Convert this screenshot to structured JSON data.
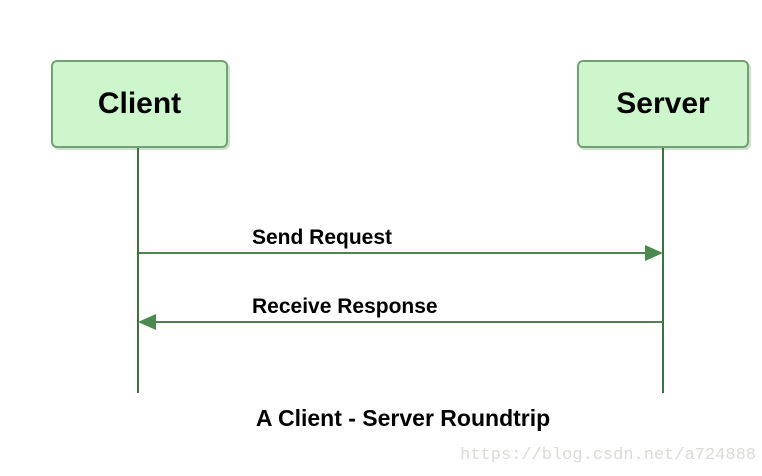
{
  "diagram": {
    "caption": "A Client - Server Roundtrip",
    "actors": [
      {
        "name": "Client"
      },
      {
        "name": "Server"
      }
    ],
    "messages": [
      {
        "label": "Send Request",
        "from": "Client",
        "to": "Server",
        "direction": "right"
      },
      {
        "label": "Receive Response",
        "from": "Server",
        "to": "Client",
        "direction": "left"
      }
    ],
    "colors": {
      "actor_fill": "#cdf6cd",
      "actor_border": "#75a075",
      "lifeline": "#3f713f",
      "message_line": "#507f52",
      "arrowhead": "#4a8a4c",
      "text": "#000000",
      "watermark": "#dadad6"
    }
  },
  "watermark": {
    "text": "https://blog.csdn.net/a724888"
  }
}
